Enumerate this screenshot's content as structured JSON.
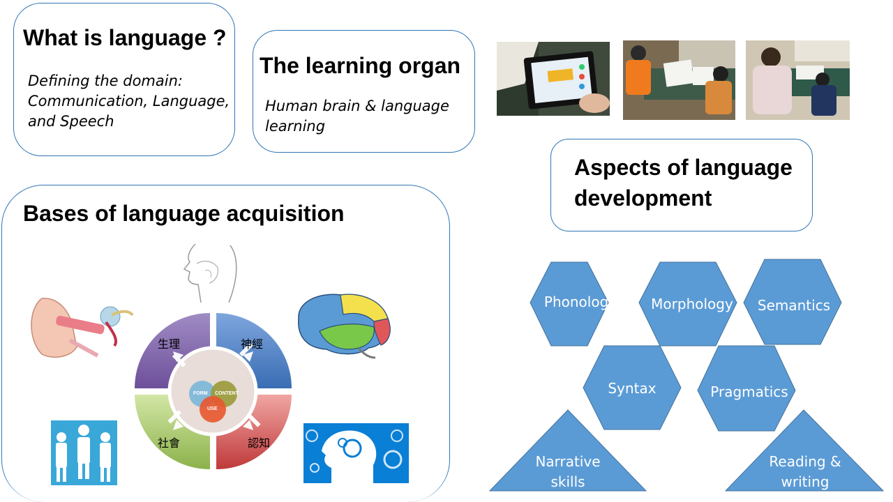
{
  "boxes": {
    "what_is_language": {
      "title": "What is language ?",
      "subtitle": "Defining the domain: Communication, Language, and Speech"
    },
    "learning_organ": {
      "title": "The learning organ",
      "subtitle": "Human brain & language learning"
    },
    "aspects": {
      "title": "Aspects of language development"
    },
    "bases": {
      "title": "Bases of language acquisition"
    }
  },
  "cycle": {
    "quadrants": [
      "生理",
      "神經",
      "社會",
      "認知"
    ],
    "venn": [
      "FORM",
      "CONTENT",
      "USE"
    ]
  },
  "aspects_shapes": {
    "hexagons": [
      "Phonology",
      "Morphology",
      "Semantics",
      "Syntax",
      "Pragmatics"
    ],
    "triangles": [
      "Narrative skills",
      "Reading & writing"
    ]
  },
  "colors": {
    "accent": "#5b9bd5",
    "border": "#2e75b6",
    "purple": "#8064a2",
    "blue": "#4f81bd",
    "green": "#9bbb59",
    "red": "#c0504d"
  }
}
